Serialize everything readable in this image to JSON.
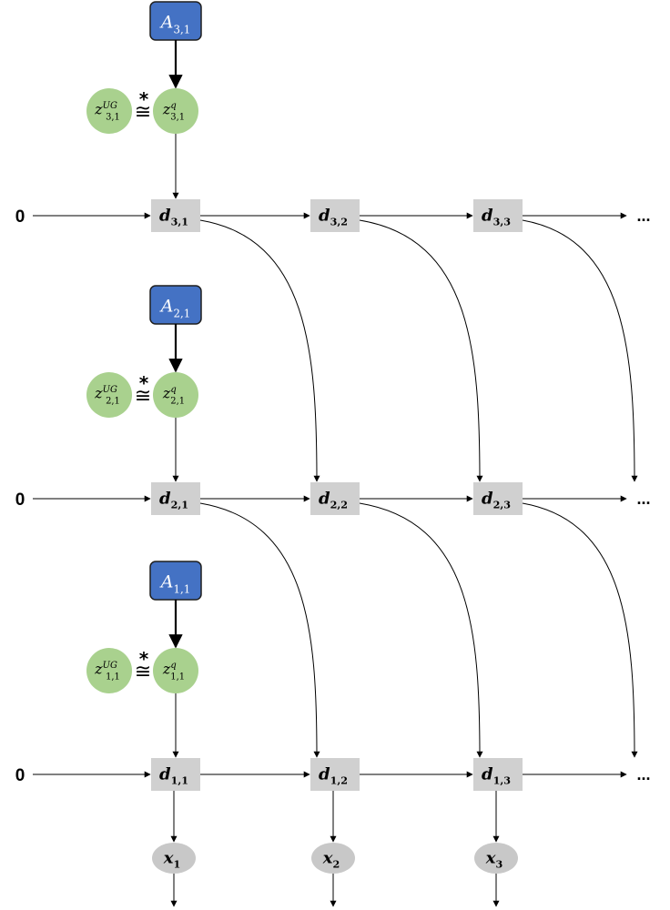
{
  "colors": {
    "a_fill": "#4472C4",
    "a_stroke": "#1F1F1F",
    "z_fill": "#A9D18E",
    "d_fill": "#D0D0D0",
    "x_fill": "#C8C8C8",
    "line": "#000000"
  },
  "relation_symbol": "≅",
  "relation_star": "*",
  "zero_label": "0",
  "ellipsis": "...",
  "levels": [
    {
      "a_label": {
        "base": "A",
        "sub": "3,1"
      },
      "z_ug": {
        "base": "z",
        "sup": "UG",
        "sub": "3,1"
      },
      "z_q": {
        "base": "z",
        "sup": "q",
        "sub": "3,1"
      },
      "d_nodes": [
        {
          "base": "d",
          "sub": "3,1"
        },
        {
          "base": "d",
          "sub": "3,2"
        },
        {
          "base": "d",
          "sub": "3,3"
        }
      ]
    },
    {
      "a_label": {
        "base": "A",
        "sub": "2,1"
      },
      "z_ug": {
        "base": "z",
        "sup": "UG",
        "sub": "2,1"
      },
      "z_q": {
        "base": "z",
        "sup": "q",
        "sub": "2,1"
      },
      "d_nodes": [
        {
          "base": "d",
          "sub": "2,1"
        },
        {
          "base": "d",
          "sub": "2,2"
        },
        {
          "base": "d",
          "sub": "2,3"
        }
      ]
    },
    {
      "a_label": {
        "base": "A",
        "sub": "1,1"
      },
      "z_ug": {
        "base": "z",
        "sup": "UG",
        "sub": "1,1"
      },
      "z_q": {
        "base": "z",
        "sup": "q",
        "sub": "1,1"
      },
      "d_nodes": [
        {
          "base": "d",
          "sub": "1,1"
        },
        {
          "base": "d",
          "sub": "1,2"
        },
        {
          "base": "d",
          "sub": "1,3"
        }
      ]
    }
  ],
  "outputs": [
    {
      "base": "x",
      "sub": "1"
    },
    {
      "base": "x",
      "sub": "2"
    },
    {
      "base": "x",
      "sub": "3"
    }
  ]
}
